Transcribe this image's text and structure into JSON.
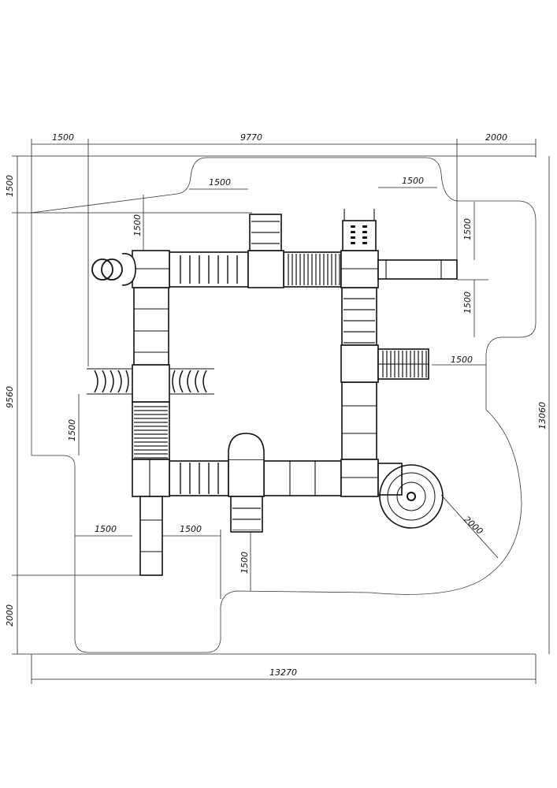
{
  "drawing": {
    "overall_width": "13270",
    "overall_height": "13060",
    "top_left_offset": "1500",
    "top_span": "9770",
    "top_right_offset": "2000",
    "left_top_offset": "1500",
    "left_span": "9560",
    "left_bottom_offset": "2000",
    "clearances": {
      "top_left_platform": "1500",
      "top_middle": "1500",
      "top_right": "1500",
      "right_slide_top": "1500",
      "right_slide_bottom": "1500",
      "right_ladder": "1500",
      "left_side": "1500",
      "bottom_left_slide": "1500",
      "bottom_middle_left": "1500",
      "bottom_middle_stairs": "1500",
      "spiral_slide_radius": "2000"
    }
  }
}
